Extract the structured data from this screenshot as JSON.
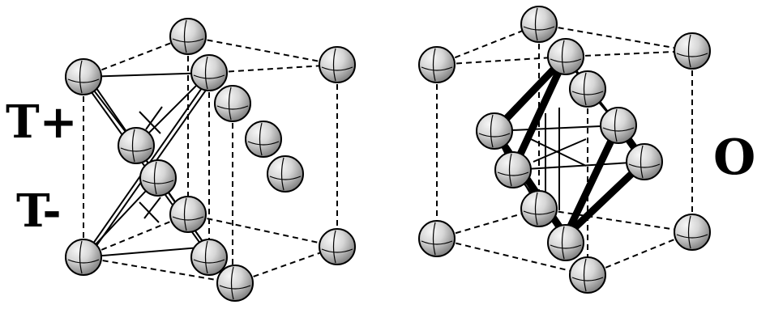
{
  "labels": {
    "t_plus": "T+",
    "t_minus": "T-",
    "octahedral": "O"
  },
  "colors": {
    "atom_fill_light": "#eeeeee",
    "atom_fill_dark": "#8a8a8a",
    "lines": "#000000",
    "background": "#ffffff"
  }
}
